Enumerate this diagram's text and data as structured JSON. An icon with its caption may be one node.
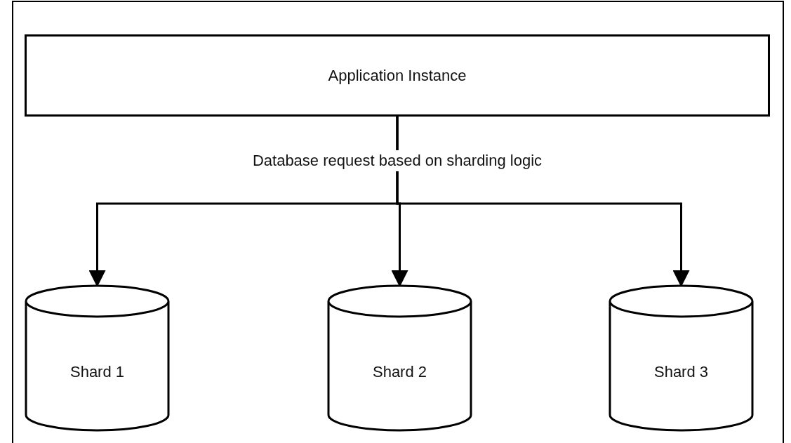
{
  "diagram": {
    "nodes": [
      {
        "text": [
          "Application Instance"
        ]
      },
      {
        "text": [
          "Shard 1"
        ]
      },
      {
        "text": [
          "Shard 2"
        ]
      },
      {
        "text": [
          "Shard 3"
        ]
      }
    ],
    "edges": [
      {
        "from": 0,
        "to": 1,
        "arrow": "to"
      },
      {
        "from": 0,
        "to": 2,
        "arrow": "to",
        "label": "Database request based on sharding logic"
      },
      {
        "from": 0,
        "to": 3,
        "arrow": "to"
      }
    ]
  }
}
